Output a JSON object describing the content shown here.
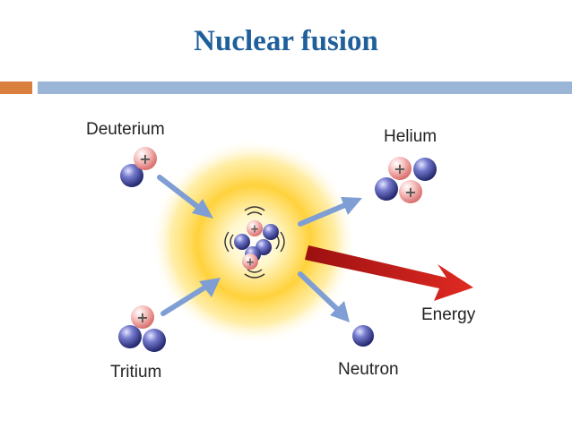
{
  "slide": {
    "title": "Nuclear fusion",
    "colors": {
      "title": "#1f5f9a",
      "accent_bar": "#d9803f",
      "main_bar": "#9ab5d5",
      "proton": "#f1aaa8",
      "neutron": "#4a4fa8",
      "arrow": "#7f9ed4",
      "energy_arrow": "#c81e1e",
      "glow": "#ffd23c"
    }
  },
  "diagram": {
    "labels": {
      "deuterium": "Deuterium",
      "tritium": "Tritium",
      "helium": "Helium",
      "neutron": "Neutron",
      "energy": "Energy"
    },
    "plus_symbol": "+"
  }
}
